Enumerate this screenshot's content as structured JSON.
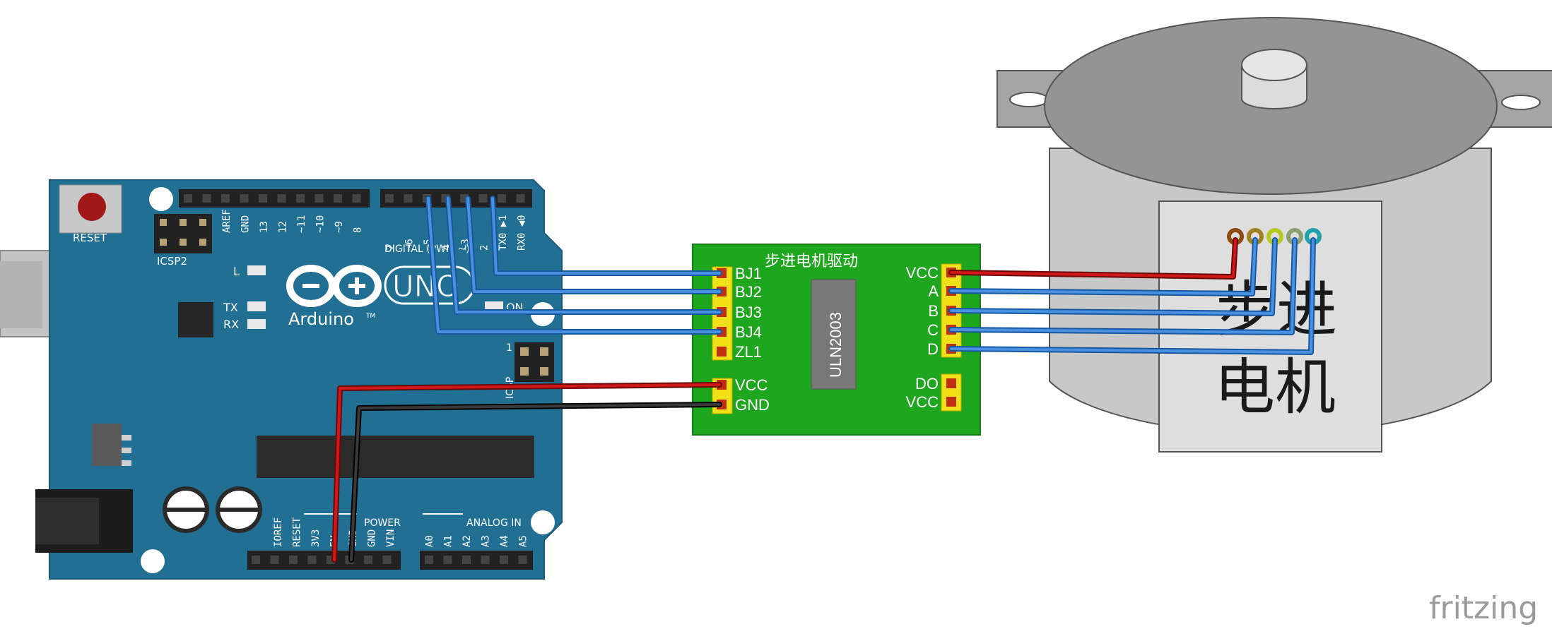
{
  "arduino": {
    "reset_label": "RESET",
    "icsp2_label": "ICSP2",
    "icsp_label": "ICSP",
    "icsp_pin1": "1",
    "l_label": "L",
    "tx_label": "TX",
    "rx_label": "RX",
    "on_label": "ON",
    "logo_text": "Arduino",
    "logo_tm": "TM",
    "uno_text": "UNO",
    "digital_label": "DIGITAL (PWM ~)",
    "power_label": "POWER",
    "analog_label": "ANALOG IN",
    "top_left_pins": [
      "AREF",
      "GND",
      "13",
      "12",
      "~11",
      "~10",
      "~9",
      "8"
    ],
    "top_right_pins": [
      "7",
      "~6",
      "~5",
      "4",
      "~3",
      "2",
      "TX0 ▶1",
      "RX0 ◀0"
    ],
    "power_pins": [
      "IOREF",
      "RESET",
      "3V3",
      "5V",
      "GND",
      "GND",
      "VIN"
    ],
    "analog_pins": [
      "A0",
      "A1",
      "A2",
      "A3",
      "A4",
      "A5"
    ]
  },
  "driver": {
    "title": "步进电机驱动",
    "chip": "ULN2003",
    "left_pins": [
      "BJ1",
      "BJ2",
      "BJ3",
      "BJ4",
      "ZL1"
    ],
    "power_pins": [
      "VCC",
      "GND"
    ],
    "right_pins": [
      "VCC",
      "A",
      "B",
      "C",
      "D"
    ],
    "bottom_right_pins": [
      "DO",
      "VCC"
    ]
  },
  "motor": {
    "label_line1": "步进",
    "label_line2": "电机"
  },
  "watermark": "fritzing"
}
